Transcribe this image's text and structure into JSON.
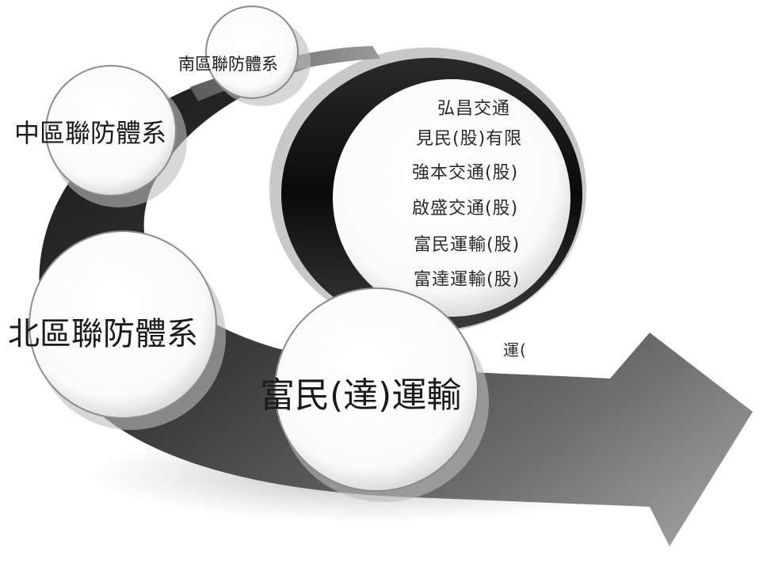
{
  "nodes": {
    "south": "南區聯防體系",
    "central": "中區聯防體系",
    "north": "北區聯防體系",
    "hub": "富民(達)運輸"
  },
  "companies": [
    "弘昌交通",
    "見民(股)有限",
    "強本交通(股)",
    "啟盛交通(股)",
    "富民運輸(股)",
    "富達運輸(股)",
    "",
    "運("
  ],
  "colors": {
    "arrow_dark": "#1c1c1c",
    "arrow_light": "#8a8a8a",
    "ring": "#0f0f0f",
    "circle_fill": "#ffffff"
  }
}
